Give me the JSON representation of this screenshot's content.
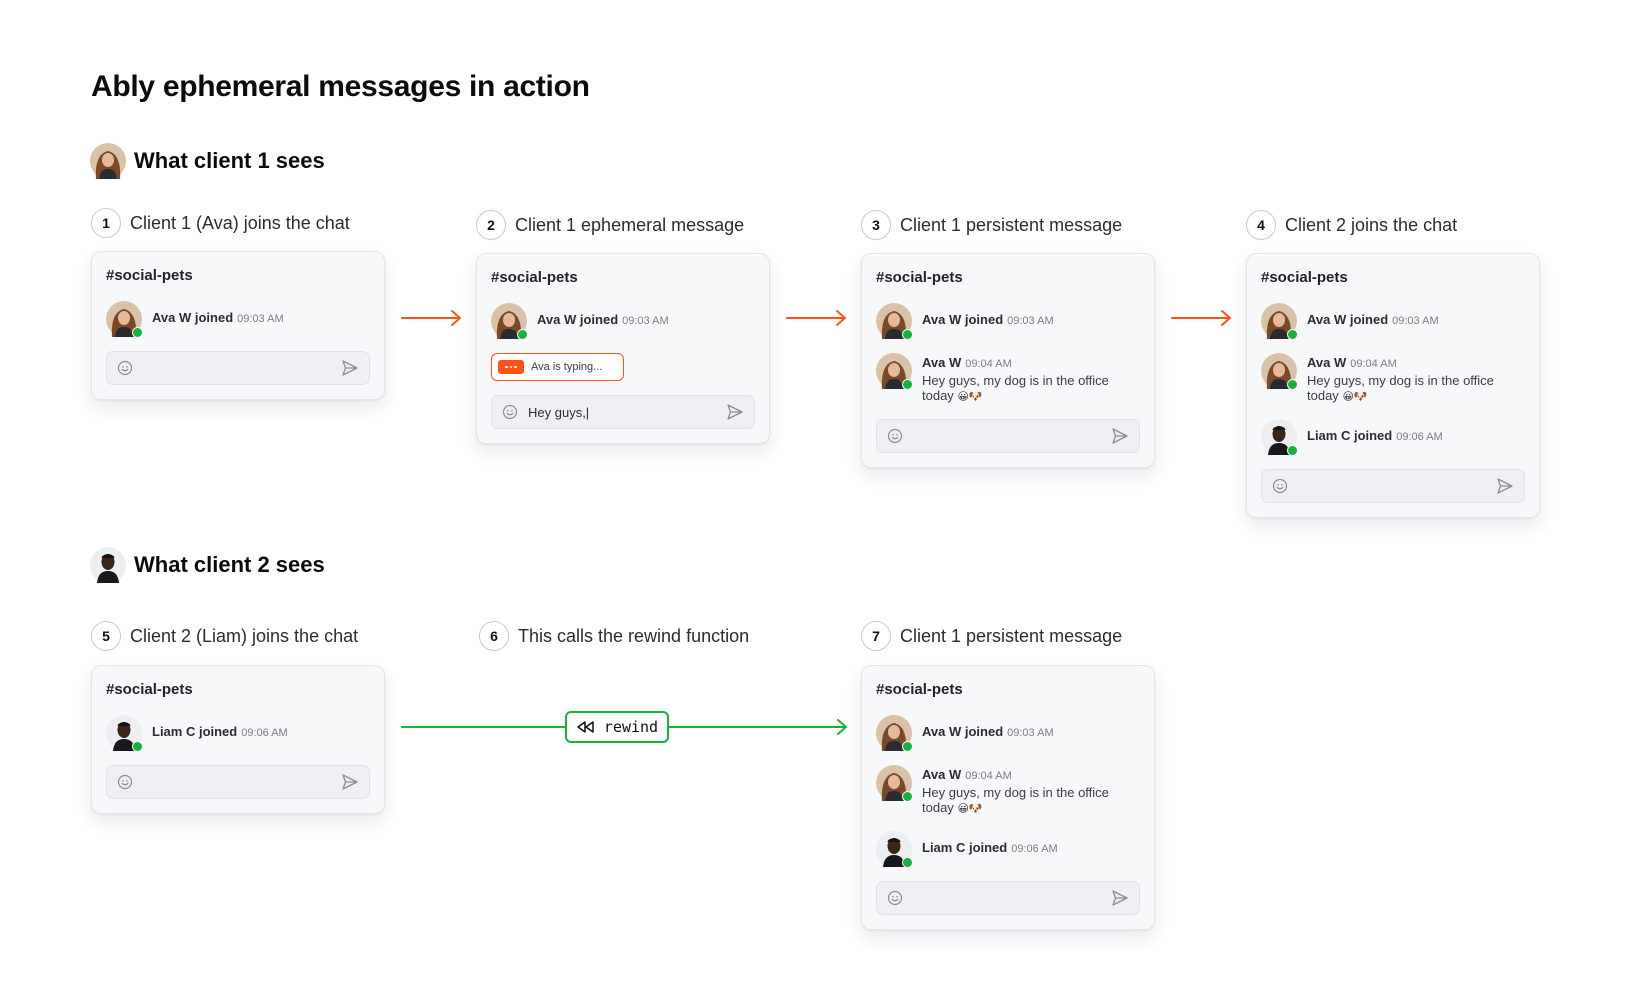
{
  "title": "Ably ephemeral messages in action",
  "sections": {
    "client1": "What client 1 sees",
    "client2": "What client 2 sees"
  },
  "steps": [
    {
      "num": "1",
      "label": "Client 1 (Ava) joins the chat"
    },
    {
      "num": "2",
      "label": "Client 1 ephemeral message"
    },
    {
      "num": "3",
      "label": "Client 1 persistent message"
    },
    {
      "num": "4",
      "label": "Client 2 joins the chat"
    },
    {
      "num": "5",
      "label": "Client 2 (Liam) joins the chat"
    },
    {
      "num": "6",
      "label": "This calls the rewind function"
    },
    {
      "num": "7",
      "label": "Client 1 persistent message"
    }
  ],
  "channel": "#social-pets",
  "messages": {
    "ava_join": {
      "name": "Ava W joined",
      "time": "09:03 AM"
    },
    "ava_msg": {
      "name": "Ava W",
      "time": "09:04 AM",
      "text": "Hey guys, my dog is in the office today",
      "emoji": "😀🐶"
    },
    "liam_join": {
      "name": "Liam C joined",
      "time": "09:06 AM"
    }
  },
  "typing_indicator": "Ava is typing...",
  "composer_draft": "Hey guys,|",
  "rewind_label": "rewind",
  "colors": {
    "progress_arrow": "#ff5416",
    "rewind_arrow": "#16b53a",
    "online_dot": "#12b53a"
  },
  "icons": {
    "emoji": "smiley-icon",
    "send": "send-icon",
    "rewind": "rewind-icon",
    "arrow": "arrow-right-icon"
  }
}
